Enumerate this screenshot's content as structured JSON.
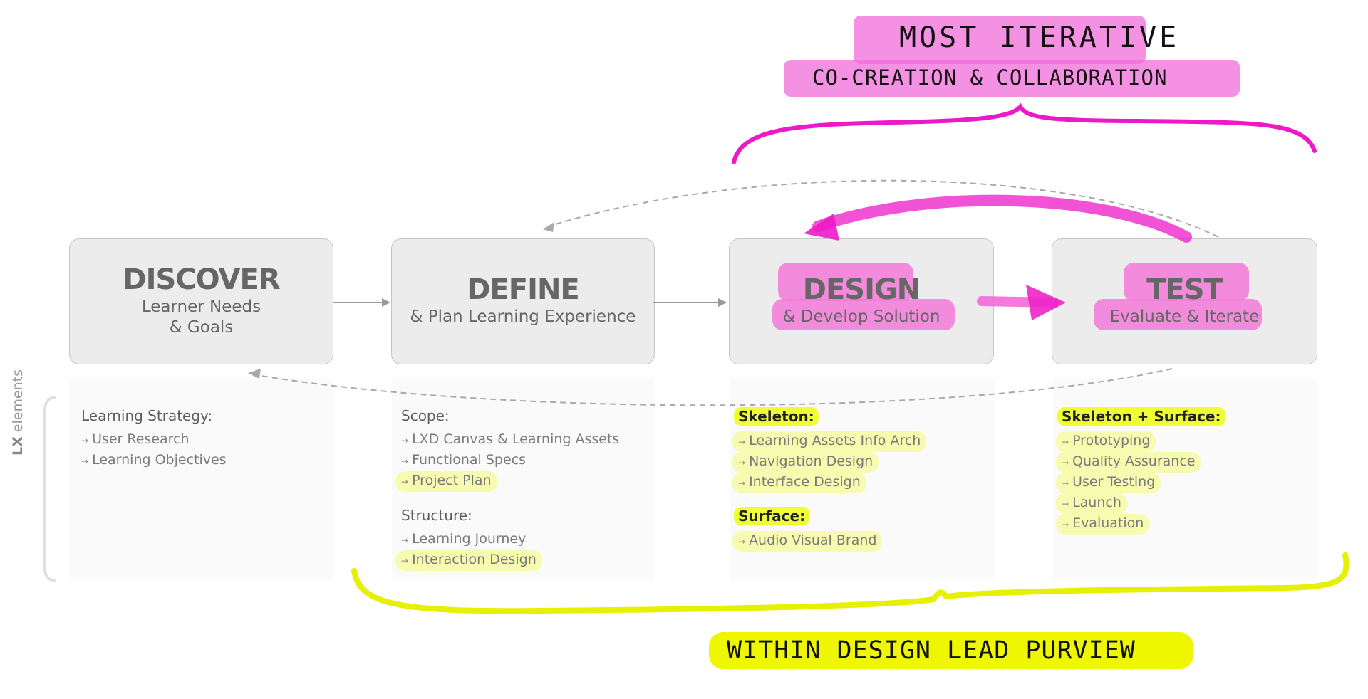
{
  "stages": [
    {
      "id": "discover",
      "title": "DISCOVER",
      "subtitle_lines": [
        "Learner Needs",
        "& Goals"
      ]
    },
    {
      "id": "define",
      "title": "DEFINE",
      "subtitle_lines": [
        "& Plan Learning Experience"
      ]
    },
    {
      "id": "design",
      "title": "DESIGN",
      "subtitle_lines": [
        "& Develop Solution"
      ]
    },
    {
      "id": "test",
      "title": "TEST",
      "subtitle_lines": [
        "Evaluate & Iterate"
      ]
    }
  ],
  "side_label": {
    "bold": "LX",
    "rest": " elements"
  },
  "element_columns": [
    {
      "groups": [
        {
          "heading": "Learning Strategy:",
          "items": [
            "User Research",
            "Learning Objectives"
          ]
        }
      ]
    },
    {
      "groups": [
        {
          "heading": "Scope:",
          "items": [
            "LXD Canvas & Learning Assets",
            "Functional Specs",
            "Project Plan"
          ]
        },
        {
          "heading": "Structure:",
          "items": [
            "Learning Journey",
            "Interaction Design"
          ]
        }
      ]
    },
    {
      "groups": [
        {
          "heading": "Skeleton:",
          "items": [
            "Learning Assets Info Arch",
            "Navigation Design",
            "Interface Design"
          ]
        },
        {
          "heading": "Surface:",
          "items": [
            "Audio Visual Brand"
          ]
        }
      ]
    },
    {
      "groups": [
        {
          "heading": "Skeleton + Surface:",
          "items": [
            "Prototyping",
            "Quality Assurance",
            "User Testing",
            "Launch",
            "Evaluation"
          ]
        }
      ]
    }
  ],
  "annotations": {
    "top_line1": "MOST ITERATIVE",
    "top_line2": "CO-CREATION & COLLABORATION",
    "bottom": "WITHIN DESIGN LEAD PURVIEW"
  },
  "colors": {
    "pink": "#f26cd8",
    "yellow": "#f0ff33",
    "box_fill": "#ececec",
    "box_border": "#c6c6c6"
  }
}
